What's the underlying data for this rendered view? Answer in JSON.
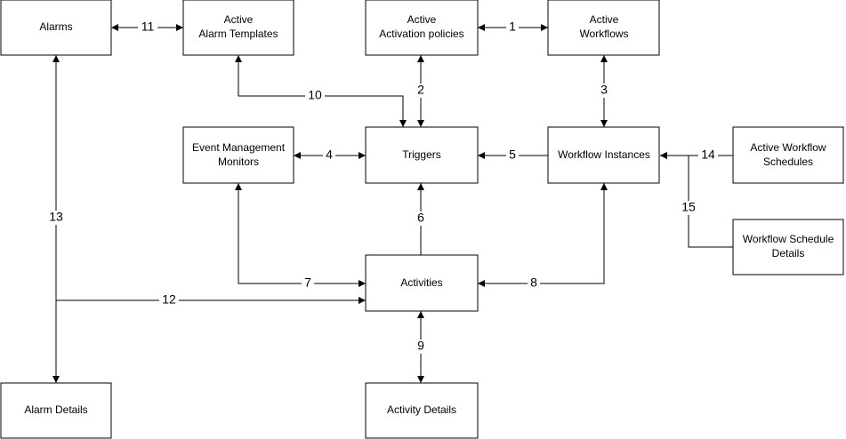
{
  "nodes": {
    "alarms": [
      "Alarms"
    ],
    "alarm_templates": [
      "Active",
      "Alarm Templates"
    ],
    "activation_policies": [
      "Active",
      "Activation policies"
    ],
    "active_workflows": [
      "Active",
      "Workflows"
    ],
    "event_monitors": [
      "Event Management",
      "Monitors"
    ],
    "triggers": [
      "Triggers"
    ],
    "workflow_instances": [
      "Workflow Instances"
    ],
    "workflow_schedules": [
      "Active Workflow",
      "Schedules"
    ],
    "schedule_details": [
      "Workflow Schedule",
      "Details"
    ],
    "activities": [
      "Activities"
    ],
    "alarm_details": [
      "Alarm Details"
    ],
    "activity_details": [
      "Activity Details"
    ]
  },
  "edges": {
    "e1": "1",
    "e2": "2",
    "e3": "3",
    "e4": "4",
    "e5": "5",
    "e6": "6",
    "e7": "7",
    "e8": "8",
    "e9": "9",
    "e10": "10",
    "e11": "11",
    "e12": "12",
    "e13": "13",
    "e14": "14",
    "e15": "15"
  }
}
